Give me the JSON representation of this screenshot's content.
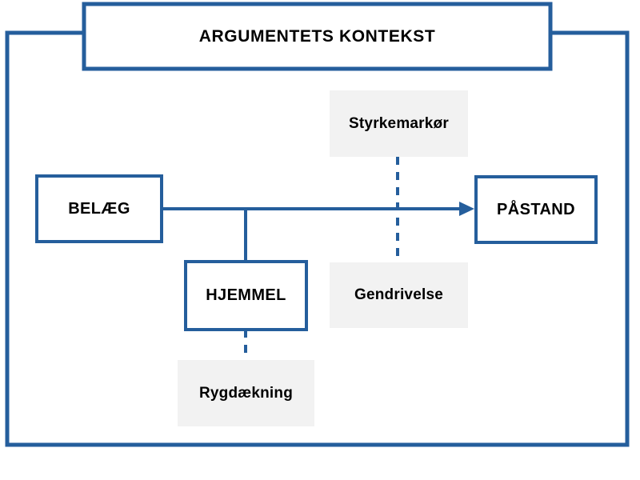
{
  "diagram": {
    "title": "ARGUMENTETS KONTEKST",
    "colors": {
      "border_blue": "#255E9C",
      "gray_fill": "#F2F2F2",
      "white_fill": "#FFFFFF",
      "text": "#000000"
    },
    "context_frame": {
      "label": "ARGUMENTETS KONTEKST",
      "name": "argumentets-kontekst"
    },
    "nodes": [
      {
        "id": "belaeg",
        "label": "BELÆG",
        "style": "outlined-blue"
      },
      {
        "id": "paastand",
        "label": "PÅSTAND",
        "style": "outlined-blue"
      },
      {
        "id": "hjemmel",
        "label": "HJEMMEL",
        "style": "outlined-blue"
      },
      {
        "id": "styrkemarkoer",
        "label": "Styrkemarkør",
        "style": "gray-filled"
      },
      {
        "id": "gendrivelse",
        "label": "Gendrivelse",
        "style": "gray-filled"
      },
      {
        "id": "rygdaekning",
        "label": "Rygdækning",
        "style": "gray-filled"
      }
    ],
    "connectors": [
      {
        "id": "belaeg-to-paastand",
        "from": "belaeg",
        "to": "paastand",
        "style": "solid",
        "arrow": true
      },
      {
        "id": "arrow-to-hjemmel",
        "from": "belaeg-to-paastand",
        "to": "hjemmel",
        "style": "solid",
        "arrow": false
      },
      {
        "id": "styrkemarkoer-to-gendrivelse",
        "from": "styrkemarkoer",
        "to": "gendrivelse",
        "style": "dashed",
        "arrow": false
      },
      {
        "id": "hjemmel-to-rygdaekning",
        "from": "hjemmel",
        "to": "rygdaekning",
        "style": "dashed",
        "arrow": false
      }
    ]
  }
}
